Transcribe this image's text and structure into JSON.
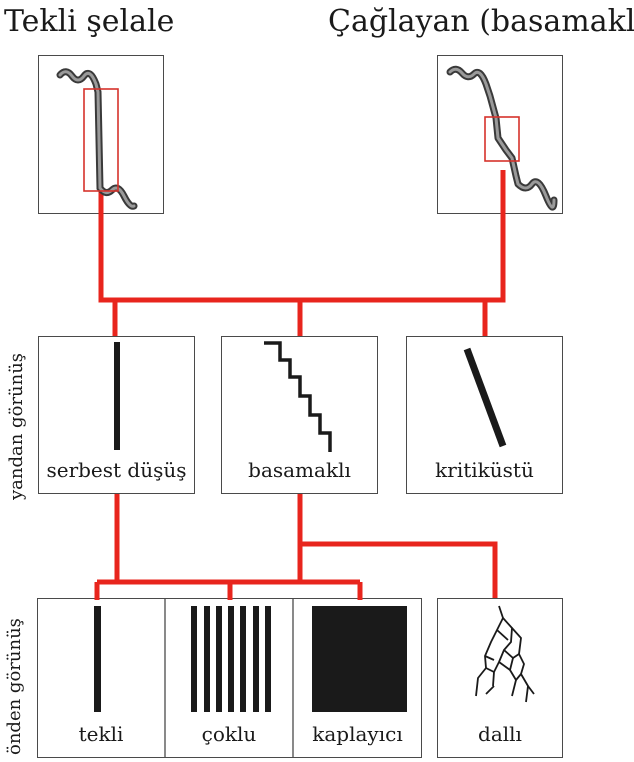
{
  "titles": {
    "single": "Tekli şelale",
    "cascade": "Çağlayan (basamaklı)"
  },
  "axis_labels": {
    "side_view": "yandan görünüş",
    "front_view": "önden görünüş"
  },
  "side_view": {
    "free_fall": "serbest düşüş",
    "stepped": "basamaklı",
    "supercritical": "kritiküstü"
  },
  "front_view": {
    "single": "tekli",
    "multiple": "çoklu",
    "covering": "kaplayıcı",
    "branched": "dallı"
  },
  "colors": {
    "connector": "#e8251d",
    "highlight": "#d6322b",
    "stroke": "#1a1a1a",
    "river": "#6f6f6f"
  }
}
